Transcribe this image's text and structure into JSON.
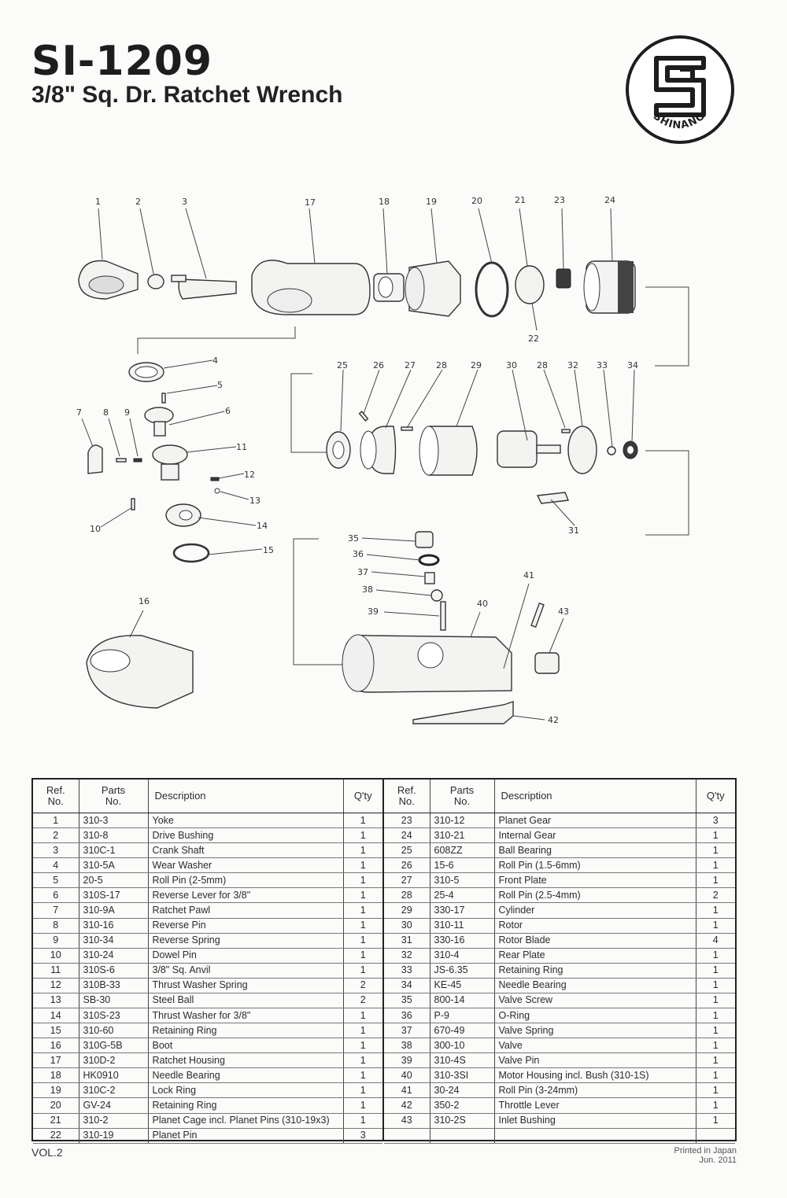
{
  "header": {
    "model": "SI-1209",
    "subtitle": "3/8\" Sq. Dr. Ratchet Wrench",
    "logo_text": "SHINANO"
  },
  "diagram": {
    "callouts": [
      "1",
      "2",
      "3",
      "17",
      "18",
      "19",
      "20",
      "21",
      "22",
      "23",
      "24",
      "4",
      "5",
      "6",
      "7",
      "8",
      "9",
      "10",
      "11",
      "12",
      "13",
      "14",
      "15",
      "25",
      "26",
      "27",
      "28",
      "29",
      "30",
      "28",
      "32",
      "33",
      "34",
      "31",
      "35",
      "36",
      "37",
      "38",
      "39",
      "40",
      "41",
      "43",
      "42",
      "16"
    ]
  },
  "table": {
    "headers": {
      "ref": "Ref.\nNo.",
      "parts": "Parts\nNo.",
      "desc": "Description",
      "qty": "Q'ty"
    },
    "left": [
      {
        "ref": "1",
        "part": "310-3",
        "desc": "Yoke",
        "qty": "1"
      },
      {
        "ref": "2",
        "part": "310-8",
        "desc": "Drive Bushing",
        "qty": "1"
      },
      {
        "ref": "3",
        "part": "310C-1",
        "desc": "Crank Shaft",
        "qty": "1"
      },
      {
        "ref": "4",
        "part": "310-5A",
        "desc": "Wear Washer",
        "qty": "1"
      },
      {
        "ref": "5",
        "part": "20-5",
        "desc": "Roll Pin (2-5mm)",
        "qty": "1"
      },
      {
        "ref": "6",
        "part": "310S-17",
        "desc": "Reverse Lever for 3/8\"",
        "qty": "1"
      },
      {
        "ref": "7",
        "part": "310-9A",
        "desc": "Ratchet Pawl",
        "qty": "1"
      },
      {
        "ref": "8",
        "part": "310-16",
        "desc": "Reverse Pin",
        "qty": "1"
      },
      {
        "ref": "9",
        "part": "310-34",
        "desc": "Reverse Spring",
        "qty": "1"
      },
      {
        "ref": "10",
        "part": "310-24",
        "desc": "Dowel Pin",
        "qty": "1"
      },
      {
        "ref": "11",
        "part": "310S-6",
        "desc": "3/8\" Sq. Anvil",
        "qty": "1"
      },
      {
        "ref": "12",
        "part": "310B-33",
        "desc": "Thrust Washer Spring",
        "qty": "2"
      },
      {
        "ref": "13",
        "part": "SB-30",
        "desc": "Steel Ball",
        "qty": "2"
      },
      {
        "ref": "14",
        "part": "310S-23",
        "desc": "Thrust Washer for 3/8\"",
        "qty": "1"
      },
      {
        "ref": "15",
        "part": "310-60",
        "desc": "Retaining Ring",
        "qty": "1"
      },
      {
        "ref": "16",
        "part": "310G-5B",
        "desc": "Boot",
        "qty": "1"
      },
      {
        "ref": "17",
        "part": "310D-2",
        "desc": "Ratchet Housing",
        "qty": "1"
      },
      {
        "ref": "18",
        "part": "HK0910",
        "desc": "Needle Bearing",
        "qty": "1"
      },
      {
        "ref": "19",
        "part": "310C-2",
        "desc": "Lock Ring",
        "qty": "1"
      },
      {
        "ref": "20",
        "part": "GV-24",
        "desc": "Retaining Ring",
        "qty": "1"
      },
      {
        "ref": "21",
        "part": "310-2",
        "desc": "Planet Cage incl. Planet Pins (310-19x3)",
        "qty": "1"
      },
      {
        "ref": "22",
        "part": "310-19",
        "desc": "Planet Pin",
        "qty": "3"
      }
    ],
    "right": [
      {
        "ref": "23",
        "part": "310-12",
        "desc": "Planet Gear",
        "qty": "3"
      },
      {
        "ref": "24",
        "part": "310-21",
        "desc": "Internal Gear",
        "qty": "1"
      },
      {
        "ref": "25",
        "part": "608ZZ",
        "desc": "Ball Bearing",
        "qty": "1"
      },
      {
        "ref": "26",
        "part": "15-6",
        "desc": "Roll Pin (1.5-6mm)",
        "qty": "1"
      },
      {
        "ref": "27",
        "part": "310-5",
        "desc": "Front Plate",
        "qty": "1"
      },
      {
        "ref": "28",
        "part": "25-4",
        "desc": "Roll Pin (2.5-4mm)",
        "qty": "2"
      },
      {
        "ref": "29",
        "part": "330-17",
        "desc": "Cylinder",
        "qty": "1"
      },
      {
        "ref": "30",
        "part": "310-11",
        "desc": "Rotor",
        "qty": "1"
      },
      {
        "ref": "31",
        "part": "330-16",
        "desc": "Rotor Blade",
        "qty": "4"
      },
      {
        "ref": "32",
        "part": "310-4",
        "desc": "Rear Plate",
        "qty": "1"
      },
      {
        "ref": "33",
        "part": "JS-6.35",
        "desc": "Retaining Ring",
        "qty": "1"
      },
      {
        "ref": "34",
        "part": "KE-45",
        "desc": "Needle Bearing",
        "qty": "1"
      },
      {
        "ref": "35",
        "part": "800-14",
        "desc": "Valve Screw",
        "qty": "1"
      },
      {
        "ref": "36",
        "part": "P-9",
        "desc": "O-Ring",
        "qty": "1"
      },
      {
        "ref": "37",
        "part": "670-49",
        "desc": "Valve Spring",
        "qty": "1"
      },
      {
        "ref": "38",
        "part": "300-10",
        "desc": "Valve",
        "qty": "1"
      },
      {
        "ref": "39",
        "part": "310-4S",
        "desc": "Valve Pin",
        "qty": "1"
      },
      {
        "ref": "40",
        "part": "310-3SI",
        "desc": "Motor Housing incl. Bush (310-1S)",
        "qty": "1"
      },
      {
        "ref": "41",
        "part": "30-24",
        "desc": "Roll Pin (3-24mm)",
        "qty": "1"
      },
      {
        "ref": "42",
        "part": "350-2",
        "desc": "Throttle Lever",
        "qty": "1"
      },
      {
        "ref": "43",
        "part": "310-2S",
        "desc": "Inlet Bushing",
        "qty": "1"
      },
      {
        "ref": "",
        "part": "",
        "desc": "",
        "qty": ""
      }
    ]
  },
  "footer": {
    "volume": "VOL.2",
    "printed": "Printed in Japan",
    "date": "Jun. 2011"
  }
}
